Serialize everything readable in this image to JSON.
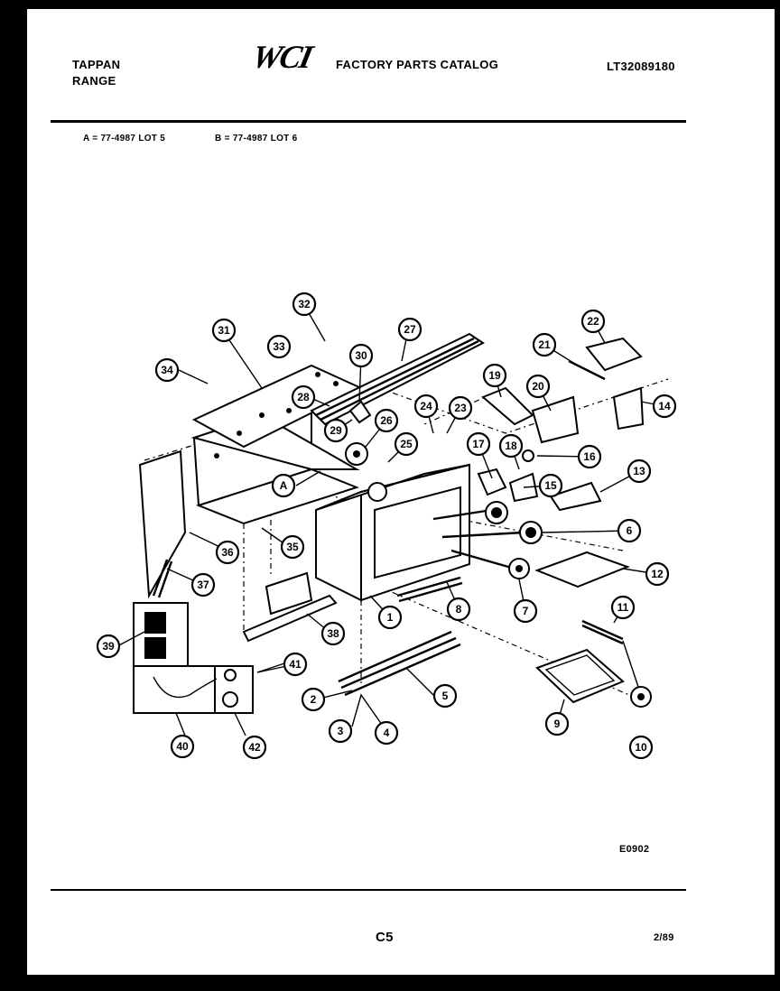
{
  "header": {
    "brand": "TAPPAN",
    "product": "RANGE",
    "logo_text": "WCI",
    "catalog_title": "FACTORY PARTS CATALOG",
    "model_number": "LT32089180"
  },
  "lots": {
    "a": "A = 77-4987 LOT 5",
    "b": "B = 77-4987 LOT 6"
  },
  "diagram": {
    "callouts": [
      "1",
      "2",
      "3",
      "4",
      "5",
      "6",
      "7",
      "8",
      "9",
      "10",
      "11",
      "12",
      "13",
      "14",
      "15",
      "16",
      "17",
      "18",
      "19",
      "20",
      "21",
      "22",
      "23",
      "24",
      "25",
      "26",
      "27",
      "28",
      "29",
      "30",
      "31",
      "32",
      "33",
      "34",
      "35",
      "36",
      "37",
      "38",
      "39",
      "40",
      "41",
      "42",
      "A"
    ]
  },
  "footer": {
    "drawing_code": "E0902",
    "page": "C5",
    "date": "2/89"
  }
}
